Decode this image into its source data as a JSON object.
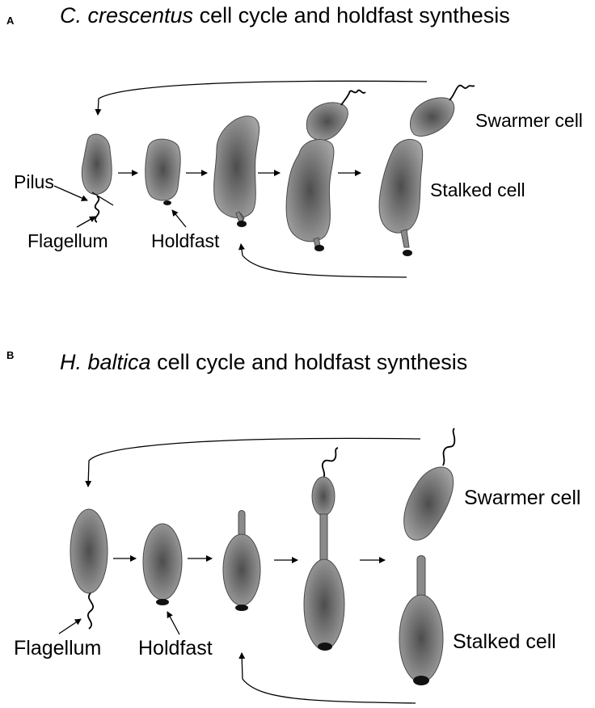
{
  "panel_a": {
    "letter": "A",
    "title_italic": "C. crescentus",
    "title_rest": " cell cycle and holdfast synthesis",
    "labels": {
      "pilus": "Pilus",
      "flagellum": "Flagellum",
      "holdfast": "Holdfast",
      "swarmer": "Swarmer cell",
      "stalked": "Stalked cell"
    }
  },
  "panel_b": {
    "letter": "B",
    "title_italic": "H. baltica",
    "title_rest": " cell cycle and holdfast synthesis",
    "labels": {
      "flagellum": "Flagellum",
      "holdfast": "Holdfast",
      "swarmer": "Swarmer cell",
      "stalked": "Stalked cell"
    }
  }
}
